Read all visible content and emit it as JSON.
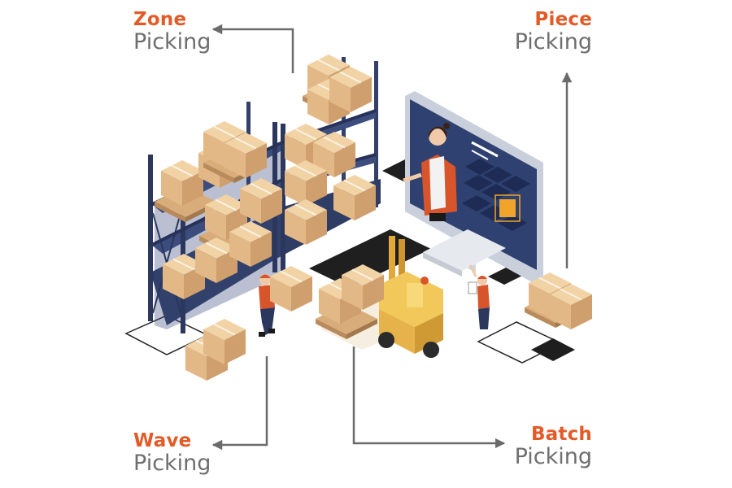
{
  "labels": {
    "zone": {
      "strong": "Zone",
      "sub": "Picking"
    },
    "piece": {
      "strong": "Piece",
      "sub": "Picking"
    },
    "wave": {
      "strong": "Wave",
      "sub": "Picking"
    },
    "batch": {
      "strong": "Batch",
      "sub": "Picking"
    }
  },
  "colors": {
    "accent": "#e45a27",
    "label_gray": "#6e6e6e",
    "arrow_gray": "#6b6b6b",
    "box_tan": "#e6bf8c",
    "rack_navy": "#3b4a78",
    "screen_navy": "#2f4170",
    "forklift_yellow": "#f2c85b"
  },
  "icons": [
    "warehouse-illustration",
    "monitor-icon",
    "operator-icon",
    "forklift-icon",
    "worker-icon",
    "pallet-icon",
    "arrow-icon"
  ]
}
